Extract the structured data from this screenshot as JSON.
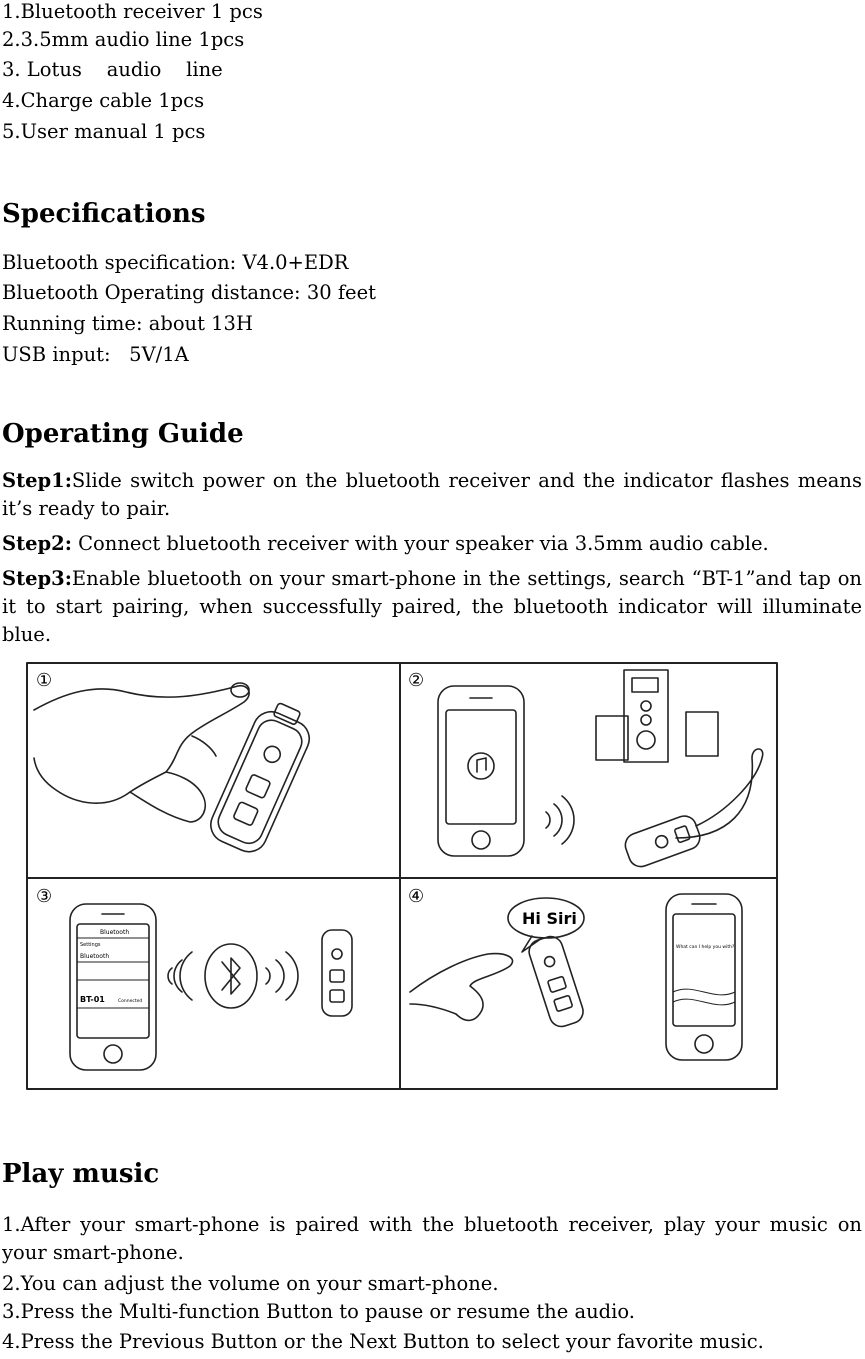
{
  "package_list": [
    "1.Bluetooth receiver 1 pcs",
    "2.3.5mm audio line 1pcs",
    "3. Lotus    audio    line",
    "4.Charge cable 1pcs",
    "5.User manual 1 pcs"
  ],
  "specifications": {
    "heading": "Specifications",
    "items": [
      "Bluetooth specification: V4.0+EDR",
      "Bluetooth Operating distance: 30 feet",
      "Running time: about 13H",
      "USB input:   5V/1A"
    ]
  },
  "operating_guide": {
    "heading": "Operating Guide",
    "steps": [
      {
        "label": "Step1:",
        "text": "Slide switch power on the bluetooth receiver and the indicator flashes means it’s ready to pair."
      },
      {
        "label": "Step2:",
        "text": " Connect bluetooth receiver with your speaker via 3.5mm audio cable."
      },
      {
        "label": "Step3:",
        "text": "Enable bluetooth on your smart-phone in the settings, search “BT-1”and tap on it to start pairing, when successfully paired, the bluetooth indicator will illuminate blue."
      }
    ]
  },
  "figure": {
    "panel_numbers": [
      "①",
      "②",
      "③",
      "④"
    ],
    "phone3": {
      "header": "Bluetooth",
      "settings": "Settings",
      "row": "Bluetooth",
      "device": "BT-01",
      "status": "Connected"
    },
    "siri_bubble": "Hi  Siri",
    "phone4_text": "What can I help you with?"
  },
  "play_music": {
    "heading": "Play music",
    "items": [
      "1.After your smart-phone is paired with the bluetooth receiver, play your music on your smart-phone.",
      "2.You can adjust the volume on your smart-phone.",
      "3.Press the Multi-function Button to pause or resume the audio.",
      "4.Press the Previous Button or the Next Button to select your favorite music."
    ]
  }
}
